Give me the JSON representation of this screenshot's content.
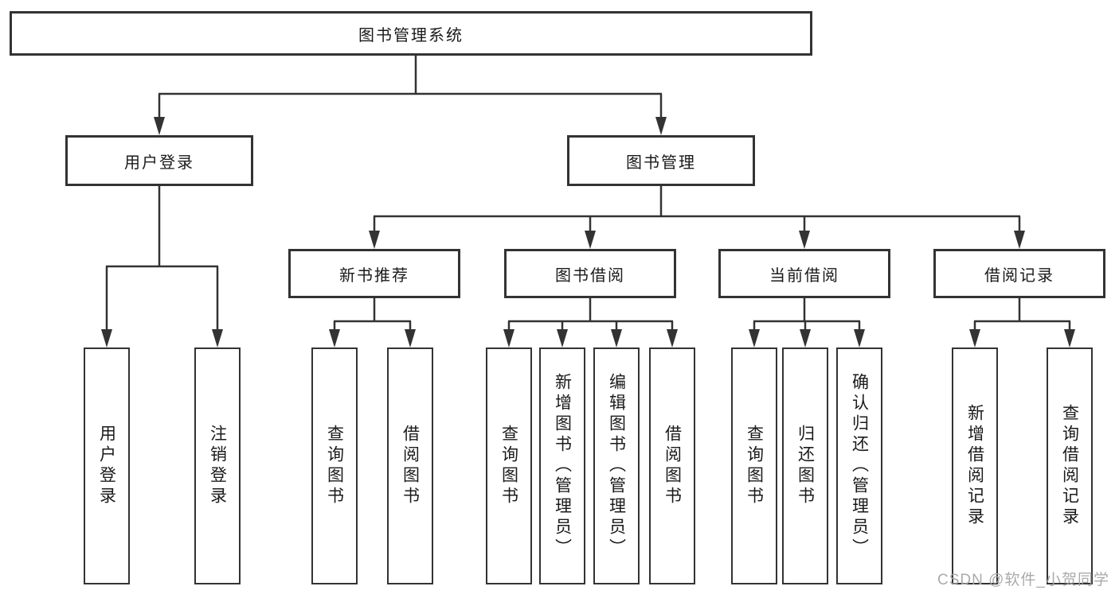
{
  "diagram": {
    "root": {
      "label": "图书管理系统"
    },
    "level2": {
      "user_login": {
        "label": "用户登录"
      },
      "book_management": {
        "label": "图书管理"
      }
    },
    "level3": {
      "new_book_recommendation": {
        "label": "新书推荐"
      },
      "book_borrowing": {
        "label": "图书借阅"
      },
      "current_borrowing": {
        "label": "当前借阅"
      },
      "borrowing_records": {
        "label": "借阅记录"
      }
    },
    "leaves": {
      "user_login": [
        "用户登录",
        "注销登录"
      ],
      "new_book_recommendation": [
        "查询图书",
        "借阅图书"
      ],
      "book_borrowing": [
        "查询图书",
        "新增图书（管理员）",
        "编辑图书（管理员）",
        "借阅图书"
      ],
      "current_borrowing": [
        "查询图书",
        "归还图书",
        "确认归还（管理员）"
      ],
      "borrowing_records": [
        "新增借阅记录",
        "查询借阅记录"
      ]
    },
    "watermark": "CSDN @软件_小贺同学",
    "colors": {
      "line": "#333333",
      "text": "#1a1a1a",
      "background": "#ffffff",
      "watermark": "#a5a5a5"
    }
  }
}
